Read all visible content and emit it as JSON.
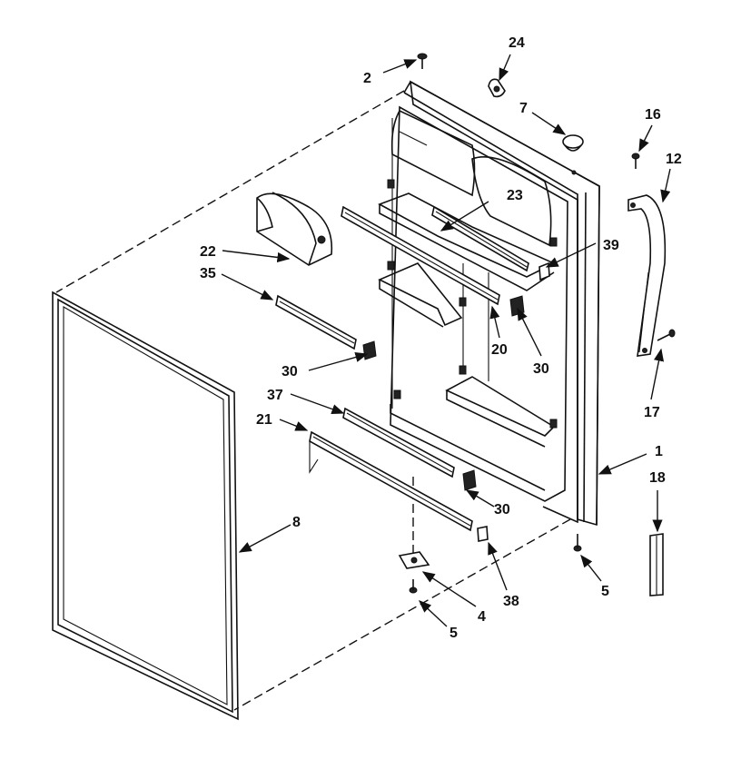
{
  "diagram": {
    "callouts": {
      "c1": "1",
      "c2": "2",
      "c4": "4",
      "c5a": "5",
      "c5b": "5",
      "c7": "7",
      "c8": "8",
      "c12": "12",
      "c16": "16",
      "c17": "17",
      "c18": "18",
      "c20": "20",
      "c21": "21",
      "c22": "22",
      "c23": "23",
      "c24": "24",
      "c30a": "30",
      "c30b": "30",
      "c30c": "30",
      "c35": "35",
      "c37": "37",
      "c38": "38",
      "c39": "39"
    }
  }
}
